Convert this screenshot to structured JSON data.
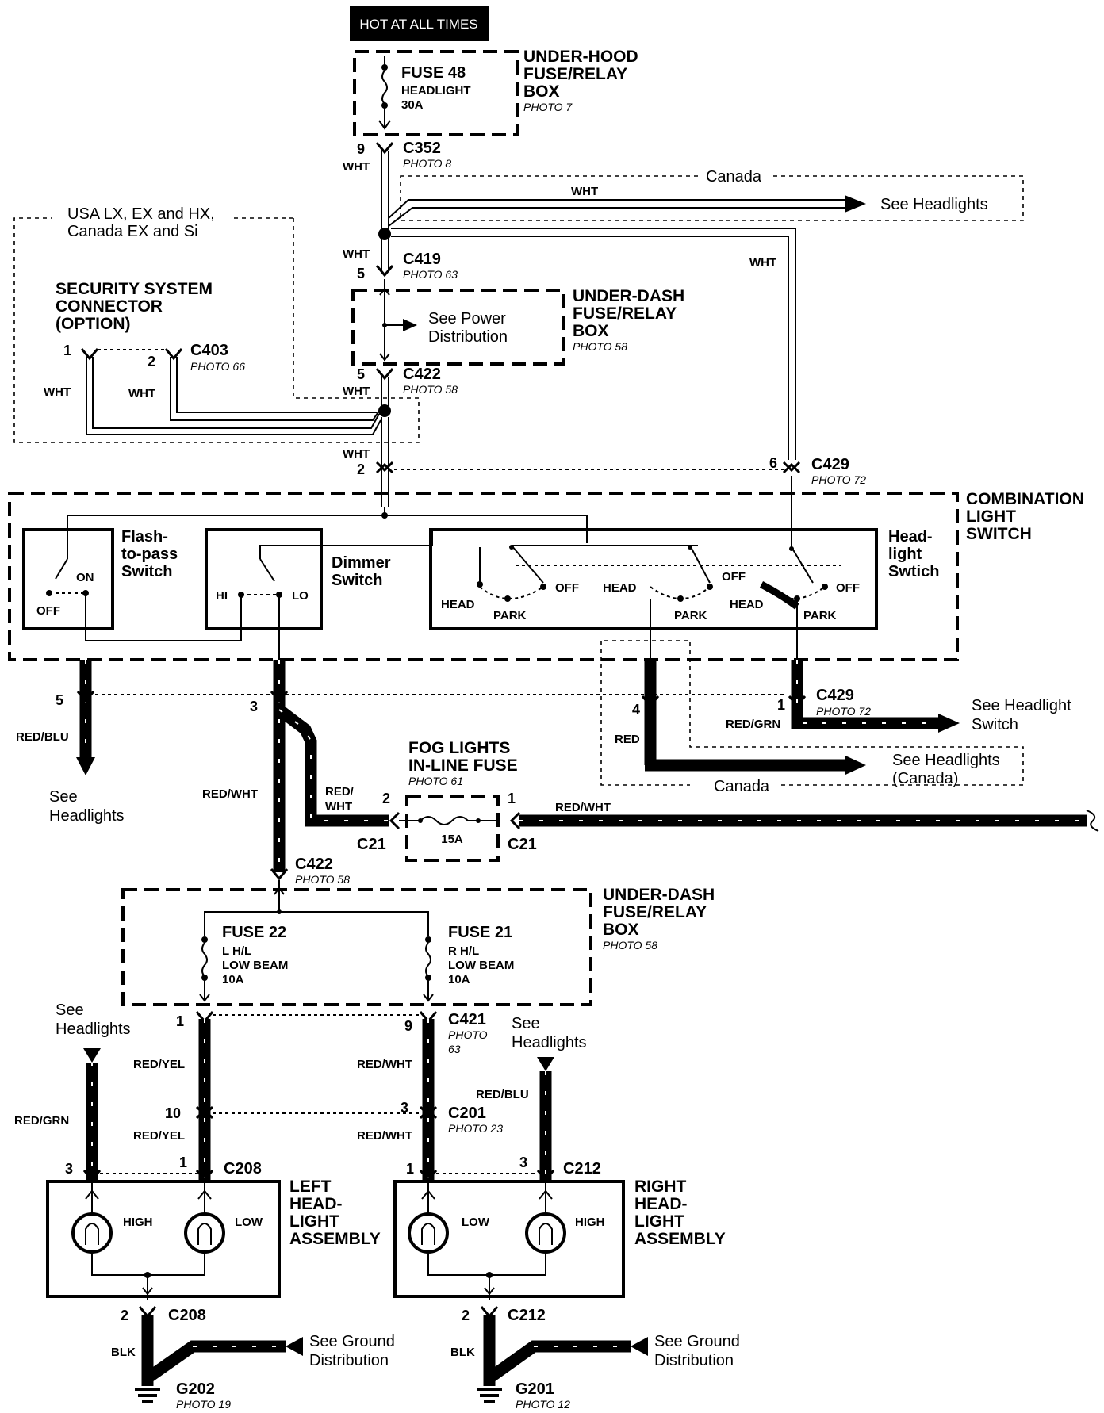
{
  "banner": "HOT AT ALL TIMES",
  "underhood": {
    "title1": "UNDER-HOOD",
    "title2": "FUSE/RELAY",
    "title3": "BOX",
    "photo": "PHOTO 7",
    "fuse": "FUSE 48",
    "fuse_name": "HEADLIGHT",
    "fuse_amp": "30A"
  },
  "c352": {
    "name": "C352",
    "photo": "PHOTO 8",
    "pin": "9",
    "wire": "WHT"
  },
  "canada_top": {
    "label": "Canada",
    "wire": "WHT",
    "see": "See Headlights"
  },
  "c419": {
    "name": "C419",
    "photo": "PHOTO 63",
    "pin": "5",
    "wire": "WHT"
  },
  "right_wire": "WHT",
  "underdash1": {
    "title1": "UNDER-DASH",
    "title2": "FUSE/RELAY",
    "title3": "BOX",
    "photo": "PHOTO 58",
    "see1": "See Power",
    "see2": "Distribution"
  },
  "security": {
    "region1": "USA LX, EX and HX,",
    "region2": "Canada EX and Si",
    "title1": "SECURITY SYSTEM",
    "title2": "CONNECTOR",
    "title3": "(OPTION)",
    "c403": "C403",
    "photo": "PHOTO 66",
    "pin1": "1",
    "pin2": "2",
    "wire1": "WHT",
    "wire2": "WHT"
  },
  "c422_top": {
    "name": "C422",
    "photo": "PHOTO 58",
    "pin": "5",
    "wire": "WHT"
  },
  "switch_in": {
    "pin": "2",
    "wire": "WHT"
  },
  "c429_top": {
    "name": "C429",
    "photo": "PHOTO 72",
    "pin": "6"
  },
  "combo": {
    "title1": "COMBINATION",
    "title2": "LIGHT",
    "title3": "SWITCH",
    "flash1": "Flash-",
    "flash2": "to-pass",
    "flash3": "Switch",
    "on": "ON",
    "off": "OFF",
    "dimmer1": "Dimmer",
    "dimmer2": "Switch",
    "hi": "HI",
    "lo": "LO",
    "head1": "Head-",
    "head2": "light",
    "head3": "Swtich",
    "head": "HEAD",
    "park": "PARK",
    "hoff": "OFF"
  },
  "out5": {
    "pin": "5",
    "wire": "RED/BLU",
    "see1": "See",
    "see2": "Headlights"
  },
  "out3": {
    "pin": "3",
    "wire": "RED/WHT",
    "wire2a": "RED/",
    "wire2b": "WHT"
  },
  "out4": {
    "pin": "4",
    "wire": "RED",
    "see1": "See Headlights",
    "see2": "(Canada)",
    "canada": "Canada"
  },
  "c429_bot": {
    "name": "C429",
    "photo": "PHOTO 72",
    "pin": "1",
    "wire": "RED/GRN",
    "see1": "See Headlight",
    "see2": "Switch"
  },
  "fog": {
    "title1": "FOG LIGHTS",
    "title2": "IN-LINE FUSE",
    "photo": "PHOTO 61",
    "amp": "15A",
    "pin2": "2",
    "pin1": "1",
    "c21a": "C21",
    "c21b": "C21",
    "wire": "RED/WHT"
  },
  "c422_bot": {
    "name": "C422",
    "photo": "PHOTO 58"
  },
  "underdash2": {
    "title1": "UNDER-DASH",
    "title2": "FUSE/RELAY",
    "title3": "BOX",
    "photo": "PHOTO 58",
    "fuse22": "FUSE 22",
    "f22a": "L H/L",
    "f22b": "LOW BEAM",
    "f22c": "10A",
    "fuse21": "FUSE 21",
    "f21a": "R H/L",
    "f21b": "LOW BEAM",
    "f21c": "10A"
  },
  "c421": {
    "name": "C421",
    "photo1": "PHOTO",
    "photo2": "63",
    "pin_l": "1",
    "pin_r": "9"
  },
  "c201": {
    "name": "C201",
    "photo": "PHOTO 23",
    "pin_l": "10",
    "pin_r": "3"
  },
  "wires_mid": {
    "ry1": "RED/YEL",
    "ry2": "RED/YEL",
    "rw1": "RED/WHT",
    "rw2": "RED/WHT",
    "rg": "RED/GRN",
    "rb": "RED/BLU"
  },
  "see_hl_left": {
    "l1": "See",
    "l2": "Headlights"
  },
  "see_hl_right": {
    "l1": "See",
    "l2": "Headlights"
  },
  "left_assy": {
    "c": "C208",
    "pin3": "3",
    "pin1": "1",
    "title1": "LEFT",
    "title2": "HEAD-",
    "title3": "LIGHT",
    "title4": "ASSEMBLY",
    "high": "HIGH",
    "low": "LOW"
  },
  "right_assy": {
    "c": "C212",
    "pin1": "1",
    "pin3": "3",
    "title1": "RIGHT",
    "title2": "HEAD-",
    "title3": "LIGHT",
    "title4": "ASSEMBLY",
    "low": "LOW",
    "high": "HIGH"
  },
  "ground_left": {
    "c": "C208",
    "pin": "2",
    "wire": "BLK",
    "g": "G202",
    "photo": "PHOTO 19",
    "see1": "See Ground",
    "see2": "Distribution"
  },
  "ground_right": {
    "c": "C212",
    "pin": "2",
    "wire": "BLK",
    "g": "G201",
    "photo": "PHOTO 12",
    "see1": "See Ground",
    "see2": "Distribution"
  }
}
